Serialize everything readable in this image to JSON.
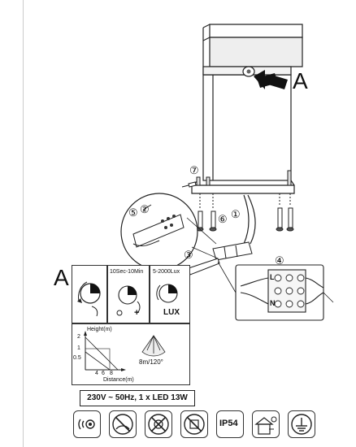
{
  "callouts": {
    "top_label": "A",
    "panel_label": "A",
    "step_7": "⑦",
    "step_6": "⑥",
    "step_5": "⑤",
    "step_2": "②",
    "step_1": "①",
    "step_3": "③",
    "step_4": "④"
  },
  "wiring": {
    "live": "L",
    "neutral": "N"
  },
  "settings": {
    "time_range": "10Sec-10Min",
    "lux_range": "5-2000Lux",
    "lux_label": "LUX",
    "plus_sign": "+"
  },
  "detection": {
    "height_label": "Height(m)",
    "distance_label": "Distance(m)",
    "y_ticks": [
      "2",
      "1",
      "0.5"
    ],
    "x_ticks": [
      "4",
      "6",
      "8"
    ],
    "range_label": "8m/120°"
  },
  "spec": {
    "text": "230V ~ 50Hz, 1 x LED 13W"
  },
  "symbols": {
    "ip_rating": "IP54",
    "icons": [
      "motion-sensor-icon",
      "no-dimmer-icon",
      "no-covering-icon",
      "no-cleaning-icon",
      "ip54-icon",
      "outdoor-house-light-icon",
      "earth-ground-icon"
    ]
  }
}
